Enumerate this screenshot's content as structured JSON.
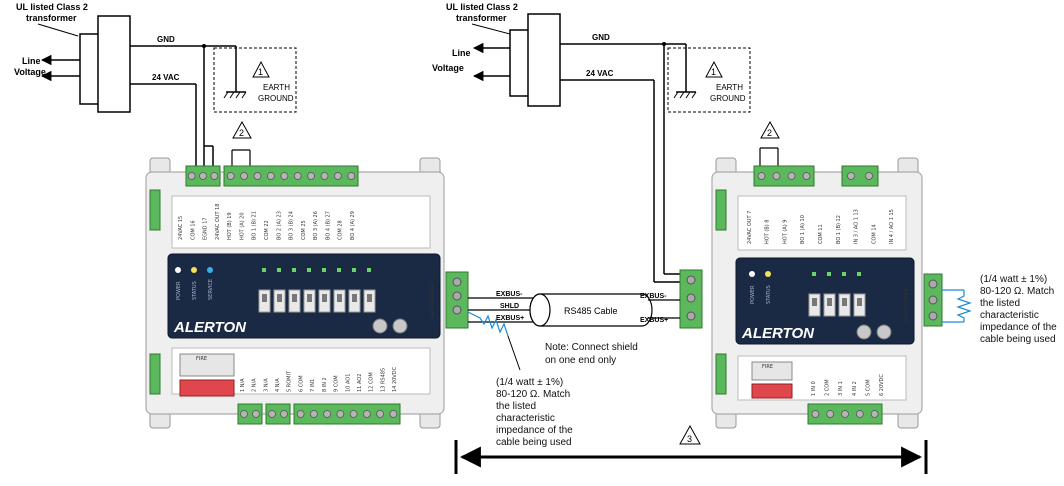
{
  "transformer_left": {
    "title_line1": "UL listed Class 2",
    "title_line2": "transformer",
    "line_voltage_1": "Line",
    "line_voltage_2": "Voltage",
    "gnd": "GND",
    "vac": "24 VAC"
  },
  "transformer_right": {
    "title_line1": "UL listed Class 2",
    "title_line2": "transformer",
    "line_voltage_1": "Line",
    "line_voltage_2": "Voltage",
    "gnd": "GND",
    "vac": "24 VAC"
  },
  "earth_ground": {
    "marker": "1",
    "line1": "EARTH",
    "line2": "GROUND"
  },
  "marker_2": "2",
  "marker_3": "3",
  "brand": "ALERTON",
  "controller_left": {
    "top_terminals": [
      "24VAC 15",
      "COM 16",
      "EGND 17",
      "24VAC OUT 18",
      "HOT (B) 19",
      "HOT (A) 20",
      "BO 1 (B) 21",
      "COM 22",
      "BO 2 (A) 23",
      "BO 3 (B) 24",
      "COM 25",
      "BO 3 (A) 26",
      "BO 4 (B) 27",
      "COM 28",
      "BO 4 (A) 29"
    ],
    "bottom_terminals": [
      "1 N/A",
      "2 N/A",
      "3 N/A",
      "4 N/A",
      "5 ROMIT",
      "6 COM",
      "7 IN1",
      "8 IN 2",
      "9 COM",
      "10 AO1",
      "11 AO2",
      "12 COM",
      "13 RS485",
      "14 20VDC"
    ],
    "leds": [
      "POWER",
      "STATUS",
      "SERVICE"
    ],
    "side_label": "VLX-3A2-RD4",
    "dip_label": "FIRE"
  },
  "controller_right": {
    "top_terminals": [
      "24VAC OUT 7",
      "HOT (B) 8",
      "HOT (A) 9",
      "BO 1 (A) 10",
      "COM 11",
      "BO 1 (B) 12",
      "IN 3 / AO 1 13",
      "COM 14",
      "IN 4 / AO 1 15"
    ],
    "bottom_terminals": [
      "1 IN 0",
      "2 COM",
      "3 IN 1",
      "4 IN 2",
      "5 COM",
      "6 20VDC"
    ],
    "leds": [
      "POWER",
      "STATUS"
    ],
    "side_label": "VLX-1D2-RD4",
    "dip_label": "FIRE"
  },
  "bus_left": [
    "EXBUS-",
    "SHLD",
    "EXBUS+"
  ],
  "bus_right": [
    "EXBUS-",
    "EXBUS+"
  ],
  "cable_label": "RS485 Cable",
  "shield_note_1": "Note: Connect shield",
  "shield_note_2": "on one end only",
  "resistor_note_left": [
    "(1/4 watt ± 1%)",
    "80-120 Ω. Match",
    "the listed",
    "characteristic",
    "impedance of the",
    "cable being used"
  ],
  "resistor_note_right": [
    "(1/4 watt ± 1%)",
    "80-120 Ω. Match",
    "the listed",
    "characteristic",
    "impedance of the",
    "cable being used"
  ]
}
